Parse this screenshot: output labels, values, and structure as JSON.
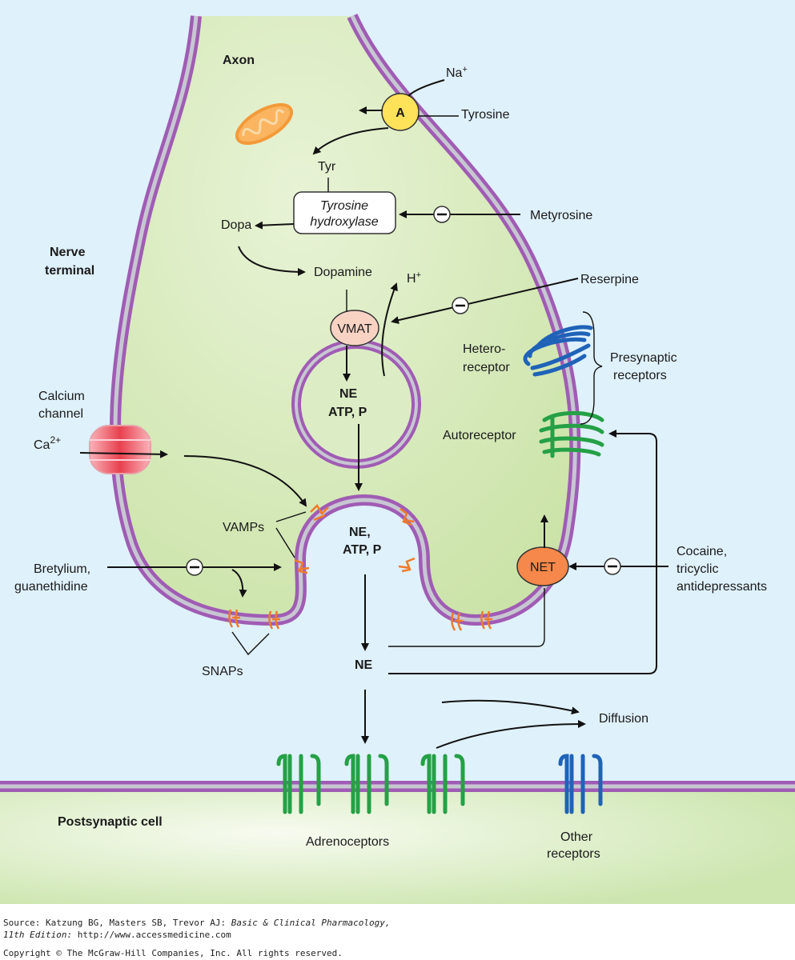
{
  "labels": {
    "axon": "Axon",
    "na": "Na",
    "na_sup": "+",
    "transporter_a": "A",
    "tyrosine": "Tyrosine",
    "tyr": "Tyr",
    "tyrosine_hydroxylase_1": "Tyrosine",
    "tyrosine_hydroxylase_2": "hydroxylase",
    "dopa": "Dopa",
    "metyrosine": "Metyrosine",
    "nerve_terminal_1": "Nerve",
    "nerve_terminal_2": "terminal",
    "dopamine": "Dopamine",
    "h": "H",
    "h_sup": "+",
    "reserpine": "Reserpine",
    "vmat": "VMAT",
    "vesicle_ne": "NE",
    "vesicle_atp": "ATP, P",
    "heteroreceptor_1": "Hetero-",
    "heteroreceptor_2": "receptor",
    "presynaptic_1": "Presynaptic",
    "presynaptic_2": "receptors",
    "calcium_channel_1": "Calcium",
    "calcium_channel_2": "channel",
    "ca": "Ca",
    "ca_sup": "2+",
    "autoreceptor": "Autoreceptor",
    "vamps": "VAMPs",
    "fusion_ne": "NE,",
    "fusion_atp": "ATP, P",
    "net": "NET",
    "cocaine_1": "Cocaine,",
    "cocaine_2": "tricyclic",
    "cocaine_3": "antidepressants",
    "bretylium_1": "Bretylium,",
    "bretylium_2": "guanethidine",
    "snaps": "SNAPs",
    "ne": "NE",
    "diffusion": "Diffusion",
    "postsynaptic": "Postsynaptic cell",
    "adrenoceptors": "Adrenoceptors",
    "other_receptors_1": "Other",
    "other_receptors_2": "receptors",
    "minus": "−"
  },
  "source": {
    "line1_prefix": "Source: Katzung BG, Masters SB, Trevor AJ: ",
    "line1_title": "Basic & Clinical Pharmacology,",
    "line2_edition": "11th Edition: ",
    "line2_url": "http://www.accessmedicine.com",
    "copyright": "Copyright © The McGraw-Hill Companies, Inc. All rights reserved."
  },
  "colors": {
    "background": "#dff1fb",
    "cytoplasm": "#cfe6b0",
    "membrane": "#a05cb4",
    "membrane_inner": "#c7c7d2",
    "postsynaptic": "#cde6b0",
    "transporter_a": "#fde25a",
    "vmat": "#f8d3c4",
    "net": "#f5884a",
    "heteroreceptor": "#1f63b8",
    "autoreceptor": "#25a046",
    "adrenoceptor": "#25a046",
    "other_receptor": "#1f63b8",
    "calcium_channel": "#f06070",
    "mitochondrion": "#f39a3a",
    "snare": "#f07a2a"
  }
}
